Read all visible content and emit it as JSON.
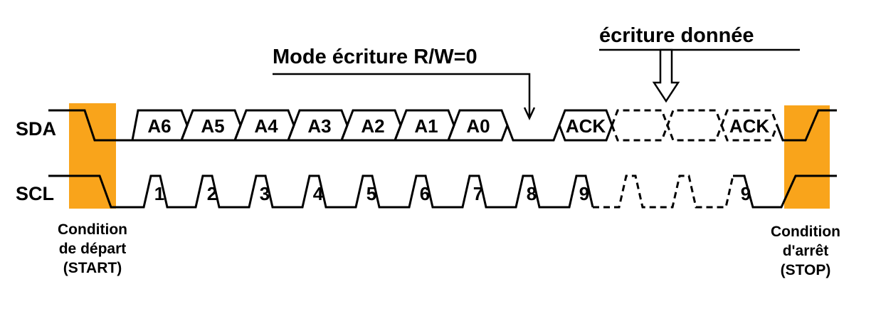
{
  "signals": {
    "sda": "SDA",
    "scl": "SCL"
  },
  "sda_bits": [
    "A6",
    "A5",
    "A4",
    "A3",
    "A2",
    "A1",
    "A0"
  ],
  "ack_label": "ACK",
  "clock_numbers": [
    "1",
    "2",
    "3",
    "4",
    "5",
    "6",
    "7",
    "8",
    "9",
    "9"
  ],
  "annotations": {
    "write_mode": "Mode écriture R/W=0",
    "data_write": "écriture donnée"
  },
  "conditions": {
    "start": [
      "Condition",
      "de départ",
      "(START)"
    ],
    "stop": [
      "Condition",
      "d'arrêt",
      "(STOP)"
    ]
  },
  "colors": {
    "condition_highlight": "#f9a41b",
    "line": "#000000"
  }
}
